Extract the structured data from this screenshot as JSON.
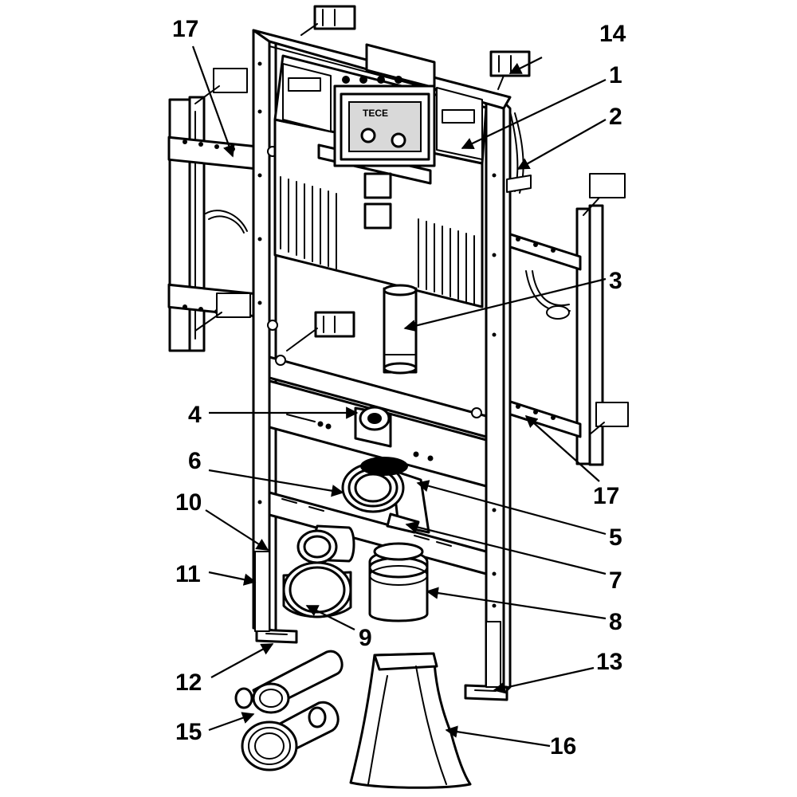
{
  "labels": {
    "n1": "1",
    "n2": "2",
    "n3": "3",
    "n4": "4",
    "n5": "5",
    "n6": "6",
    "n7": "7",
    "n8": "8",
    "n9": "9",
    "n10": "10",
    "n11": "11",
    "n12": "12",
    "n13": "13",
    "n14": "14",
    "n15": "15",
    "n16": "16",
    "n17a": "17",
    "n17b": "17"
  },
  "brand": "TECE"
}
